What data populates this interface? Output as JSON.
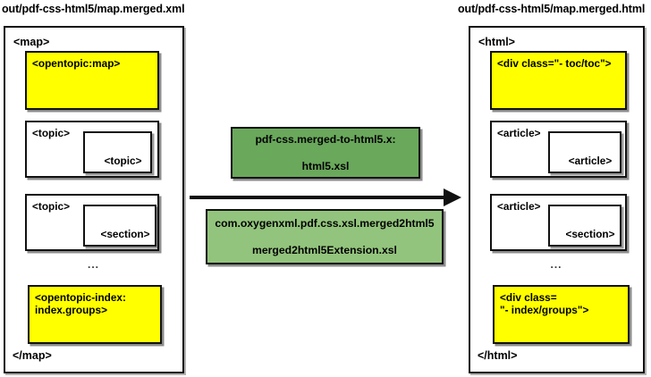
{
  "diagram": {
    "type": "transformation-pipeline",
    "title_left": "out/pdf-css-html5/map.merged.xml",
    "title_right": "out/pdf-css-html5/map.merged.html",
    "colors": {
      "source_highlight": "#ffff00",
      "transform_primary": "#6aa85c",
      "transform_secondary": "#93c47d",
      "stroke": "#111111",
      "background": "#ffffff"
    }
  },
  "left_panel": {
    "name": "merged-xml-structure",
    "caption": "out/pdf-css-html5/map.merged.xml",
    "root_open_tag": "<map>",
    "root_close_tag": "</map>",
    "nodes": [
      {
        "label": "<opentopic:map>",
        "fill": "yellow",
        "inner": null
      },
      {
        "label": "<topic>",
        "fill": "white",
        "inner": "<topic>"
      },
      {
        "label": "<topic>",
        "fill": "white",
        "inner": "<section>"
      }
    ],
    "ellipsis": "...",
    "index_node": {
      "label": "<opentopic-index:\nindex.groups>",
      "fill": "yellow"
    }
  },
  "center": {
    "name": "transformation-stack",
    "arrow_direction": "left-to-right",
    "boxes": [
      {
        "name": "stylesheet-primary",
        "line1": "pdf-css.merged-to-html5.x:",
        "line2": "html5.xsl",
        "color": "#6aa85c"
      },
      {
        "name": "stylesheet-extension",
        "line1": "com.oxygenxml.pdf.css.xsl.merged2html5",
        "line2": "merged2html5Extension.xsl",
        "color": "#93c47d"
      }
    ]
  },
  "right_panel": {
    "name": "merged-html-structure",
    "caption": "out/pdf-css-html5/map.merged.html",
    "root_open_tag": "<html>",
    "root_close_tag": "</html>",
    "nodes": [
      {
        "label": "<div class=\"- toc/toc\">",
        "fill": "yellow",
        "inner": null
      },
      {
        "label": "<article>",
        "fill": "white",
        "inner": "<article>"
      },
      {
        "label": "<article>",
        "fill": "white",
        "inner": "<section>"
      }
    ],
    "ellipsis": "...",
    "index_node": {
      "label": "<div class=\n\"- index/groups\">",
      "fill": "yellow"
    }
  }
}
